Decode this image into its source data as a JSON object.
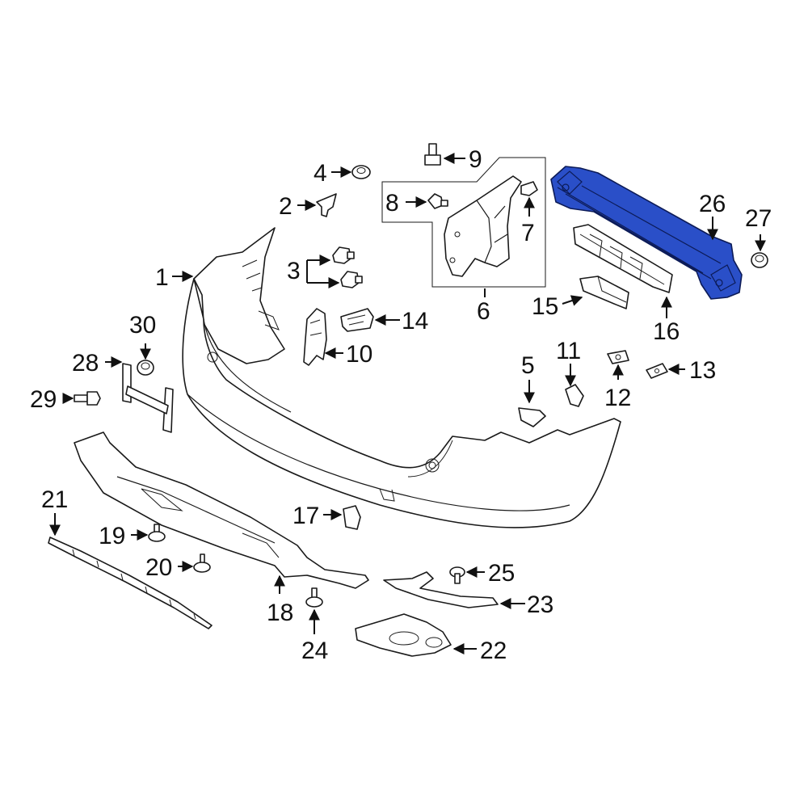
{
  "diagram": {
    "highlight_color": "#2a4fc8",
    "callouts": [
      {
        "id": "1",
        "text": "1"
      },
      {
        "id": "2",
        "text": "2"
      },
      {
        "id": "3",
        "text": "3"
      },
      {
        "id": "4",
        "text": "4"
      },
      {
        "id": "5",
        "text": "5"
      },
      {
        "id": "6",
        "text": "6"
      },
      {
        "id": "7",
        "text": "7"
      },
      {
        "id": "8",
        "text": "8"
      },
      {
        "id": "9",
        "text": "9"
      },
      {
        "id": "10",
        "text": "10"
      },
      {
        "id": "11",
        "text": "11"
      },
      {
        "id": "12",
        "text": "12"
      },
      {
        "id": "13",
        "text": "13"
      },
      {
        "id": "14",
        "text": "14"
      },
      {
        "id": "15",
        "text": "15"
      },
      {
        "id": "16",
        "text": "16"
      },
      {
        "id": "17",
        "text": "17"
      },
      {
        "id": "18",
        "text": "18"
      },
      {
        "id": "19",
        "text": "19"
      },
      {
        "id": "20",
        "text": "20"
      },
      {
        "id": "21",
        "text": "21"
      },
      {
        "id": "22",
        "text": "22"
      },
      {
        "id": "23",
        "text": "23"
      },
      {
        "id": "24",
        "text": "24"
      },
      {
        "id": "25",
        "text": "25"
      },
      {
        "id": "26",
        "text": "26"
      },
      {
        "id": "27",
        "text": "27"
      },
      {
        "id": "28",
        "text": "28"
      },
      {
        "id": "29",
        "text": "29"
      },
      {
        "id": "30",
        "text": "30"
      }
    ]
  }
}
